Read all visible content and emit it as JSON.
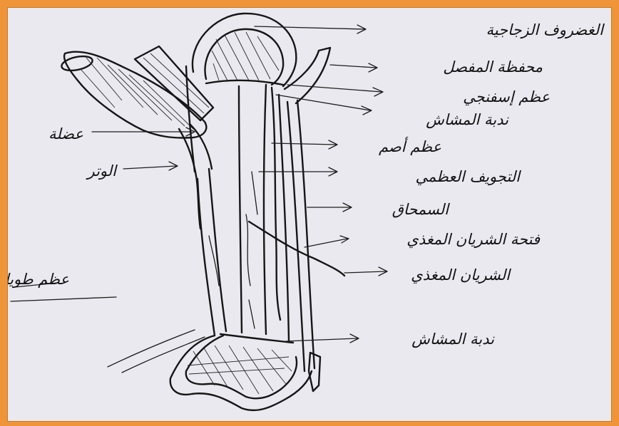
{
  "diagram": {
    "labels": {
      "articular_cartilage": "الغضروف الزجاجية",
      "joint_capsule": "محفظة المفصل",
      "spongy_bone": "عظم إسفنجي",
      "epiphyseal_plate_top": "ندبة المشاش",
      "compact_bone": "عظم أصم",
      "medullary_cavity": "التجويف العظمي",
      "periosteum": "السمحاق",
      "nutrient_foramen": "فتحة الشريان المغذي",
      "nutrient_artery": "الشريان المغذي",
      "epiphyseal_plate_bottom": "ندبة المشاش",
      "muscle": "عضلة",
      "tendon": "الوتر",
      "long_bone": "عظم طويل"
    }
  },
  "colors": {
    "frame": "#f0943a",
    "paper": "#e9e9ef",
    "ink": "#161616"
  }
}
